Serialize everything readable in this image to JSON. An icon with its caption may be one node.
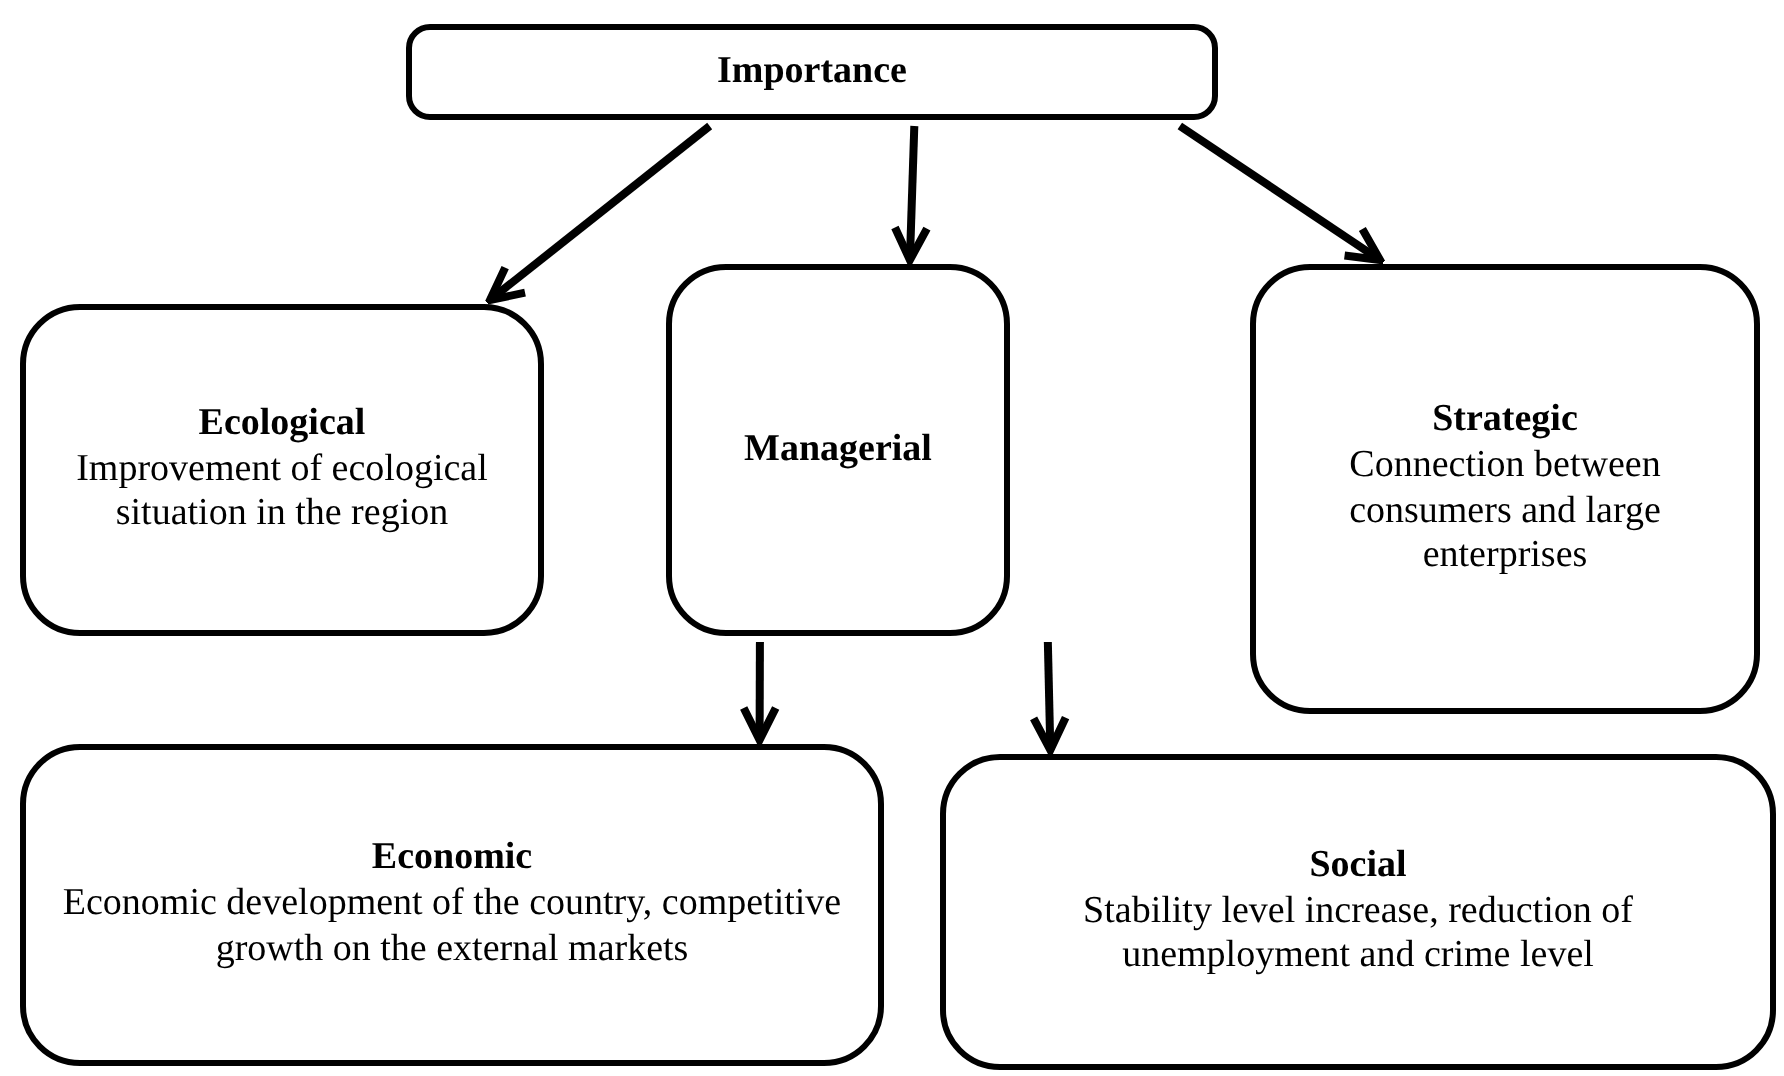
{
  "diagram": {
    "nodes": [
      {
        "text": [
          "Importance"
        ]
      },
      {
        "text": [
          "Ecological",
          "Improvement of ecological situation in the region"
        ]
      },
      {
        "text": [
          "Managerial"
        ]
      },
      {
        "text": [
          "Strategic",
          "Connection between consumers and large enterprises"
        ]
      },
      {
        "text": [
          "Economic",
          "Economic development of the country, competitive growth on the external markets"
        ]
      },
      {
        "text": [
          "Social",
          "Stability level increase, reduction of unemployment and crime level"
        ]
      }
    ],
    "edges": [
      {
        "from": 0,
        "to": 1,
        "arrow": "to"
      },
      {
        "from": 0,
        "to": 2,
        "arrow": "to"
      },
      {
        "from": 0,
        "to": 3,
        "arrow": "to"
      },
      {
        "from": 2,
        "to": 4,
        "arrow": "to"
      },
      {
        "from": 2,
        "to": 5,
        "arrow": "to"
      }
    ]
  }
}
